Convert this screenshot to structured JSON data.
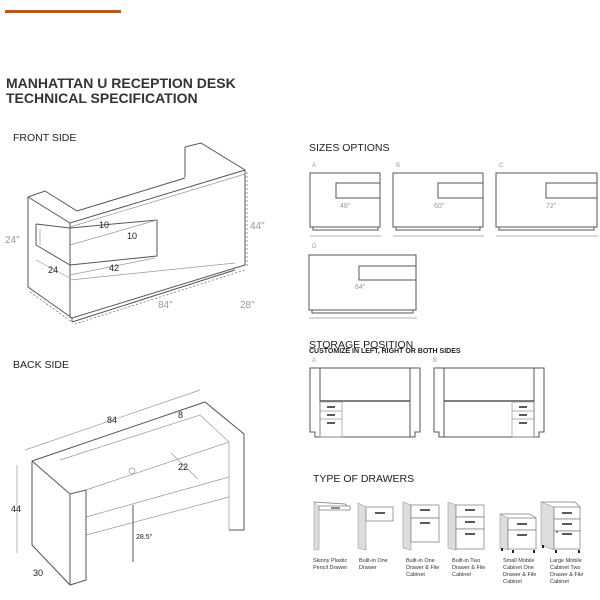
{
  "accent_color": "#b8591a",
  "title": {
    "line1": "MANHATTAN U RECEPTION DESK",
    "line2": "TECHNICAL SPECIFICATION"
  },
  "front": {
    "heading": "FRONT SIDE",
    "dims": {
      "height_left": "24\"",
      "height_right": "44\"",
      "length": "84\"",
      "depth": "28\"",
      "cut_h1": "10",
      "cut_h2": "10",
      "cut_w": "42",
      "cut_d": "24"
    }
  },
  "back": {
    "heading": "BACK SIDE",
    "dims": {
      "length": "84",
      "top": "8",
      "inner": "22",
      "height": "44",
      "knee": "28.5\"",
      "depth": "30"
    }
  },
  "sizes": {
    "heading": "SIZES OPTIONS",
    "options": [
      {
        "letter": "A",
        "size": "48\""
      },
      {
        "letter": "B",
        "size": "60\""
      },
      {
        "letter": "C",
        "size": "72\""
      },
      {
        "letter": "D",
        "size": "84\""
      }
    ]
  },
  "storage": {
    "heading": "STORAGE POSITION",
    "subheading": "CUSTOMIZE IN LEFT, RIGHT OR BOTH SIDES",
    "options": [
      "A",
      "B"
    ]
  },
  "drawers": {
    "heading": "TYPE OF DRAWERS",
    "items": [
      {
        "lines": [
          "Skinny Plastic",
          "Pencil Drawer"
        ]
      },
      {
        "lines": [
          "Built-in One",
          "Drawer"
        ]
      },
      {
        "lines": [
          "Built-in One",
          "Drawer & File",
          "Cabinet"
        ]
      },
      {
        "lines": [
          "Built-in Two",
          "Drawer & File",
          "Cabinet"
        ]
      },
      {
        "lines": [
          "Small Mobile",
          "Cabinet One",
          "Drawer & File",
          "Cabinet"
        ]
      },
      {
        "lines": [
          "Large Mobile",
          "Cabinet Two",
          "Drawer & File",
          "Cabinet"
        ]
      }
    ]
  }
}
